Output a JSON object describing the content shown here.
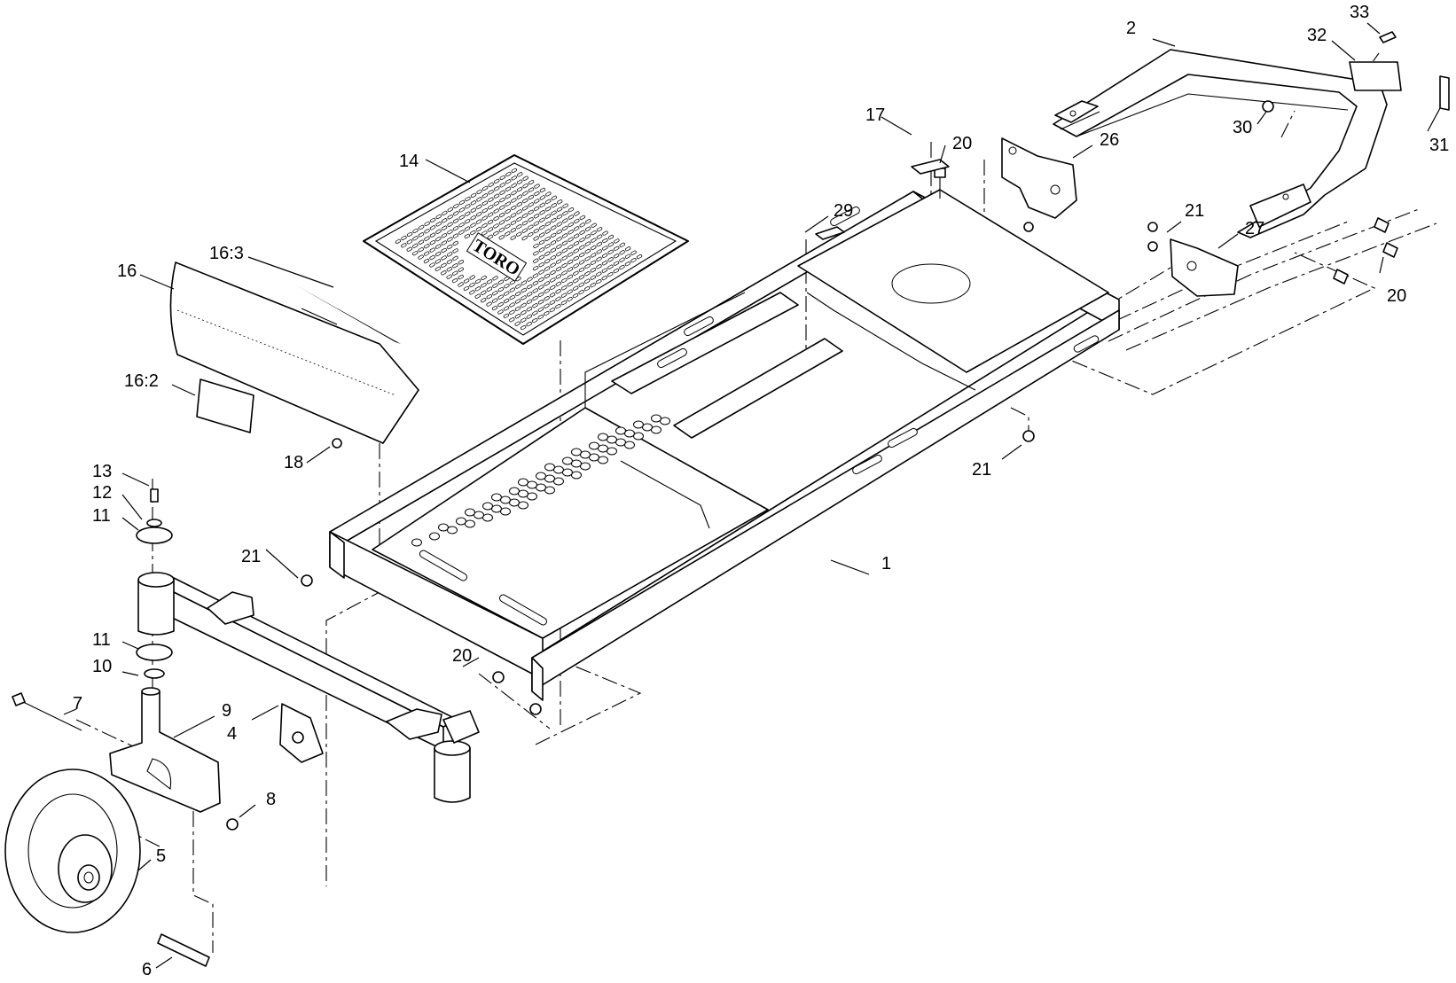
{
  "diagram": {
    "callouts": [
      {
        "id": "c1",
        "text": "1"
      },
      {
        "id": "c2",
        "text": "2"
      },
      {
        "id": "c4",
        "text": "4"
      },
      {
        "id": "c5",
        "text": "5"
      },
      {
        "id": "c6",
        "text": "6"
      },
      {
        "id": "c7",
        "text": "7"
      },
      {
        "id": "c8",
        "text": "8"
      },
      {
        "id": "c9",
        "text": "9"
      },
      {
        "id": "c10",
        "text": "10"
      },
      {
        "id": "c11a",
        "text": "11"
      },
      {
        "id": "c11b",
        "text": "11"
      },
      {
        "id": "c12",
        "text": "12"
      },
      {
        "id": "c13",
        "text": "13"
      },
      {
        "id": "c14",
        "text": "14"
      },
      {
        "id": "c16",
        "text": "16"
      },
      {
        "id": "c16-2",
        "text": "16:2"
      },
      {
        "id": "c16-3",
        "text": "16:3"
      },
      {
        "id": "c17",
        "text": "17"
      },
      {
        "id": "c18",
        "text": "18"
      },
      {
        "id": "c20a",
        "text": "20"
      },
      {
        "id": "c20b",
        "text": "20"
      },
      {
        "id": "c20c",
        "text": "20"
      },
      {
        "id": "c21a",
        "text": "21"
      },
      {
        "id": "c21b",
        "text": "21"
      },
      {
        "id": "c21c",
        "text": "21"
      },
      {
        "id": "c26",
        "text": "26"
      },
      {
        "id": "c27",
        "text": "27"
      },
      {
        "id": "c29",
        "text": "29"
      },
      {
        "id": "c30",
        "text": "30"
      },
      {
        "id": "c31",
        "text": "31"
      },
      {
        "id": "c32",
        "text": "32"
      },
      {
        "id": "c33",
        "text": "33"
      }
    ],
    "floor_mat_logo": "TORO"
  }
}
